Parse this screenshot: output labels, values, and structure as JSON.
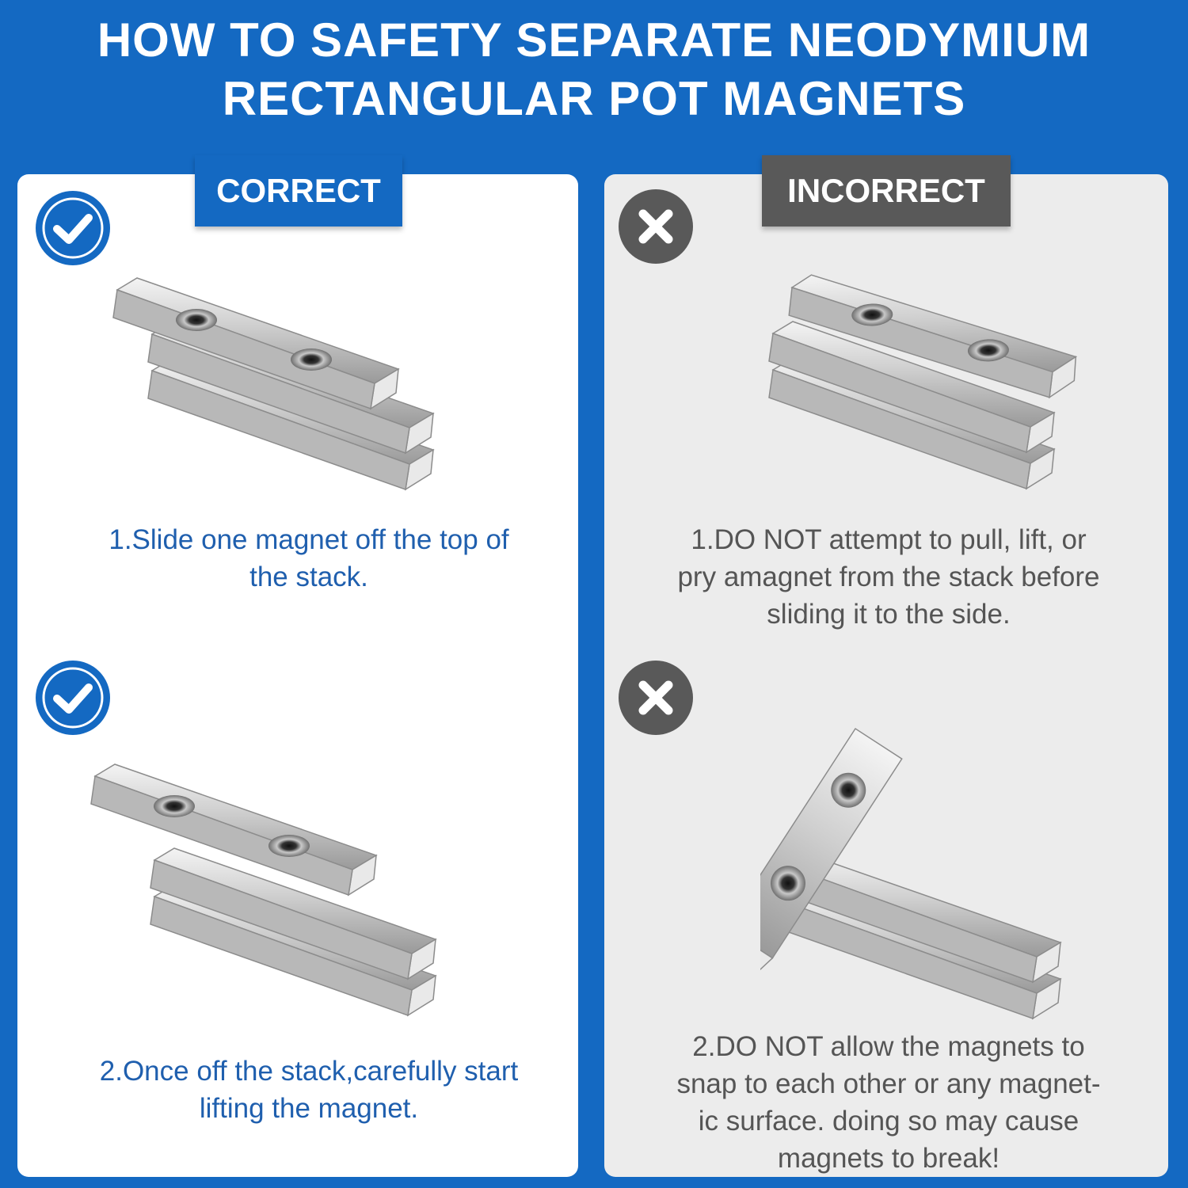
{
  "title": {
    "line1": "HOW TO SAFETY SEPARATE NEODYMIUM",
    "line2": "RECTANGULAR POT MAGNETS"
  },
  "correct": {
    "tag": "CORRECT",
    "steps": [
      {
        "icon": "check-icon",
        "line1": "1.Slide one magnet off the top of",
        "line2": "the stack."
      },
      {
        "icon": "check-icon",
        "line1": "2.Once off the stack,carefully start",
        "line2": "lifting the magnet."
      }
    ]
  },
  "incorrect": {
    "tag": "INCORRECT",
    "steps": [
      {
        "icon": "x-icon",
        "line1": "1.DO NOT attempt to pull, lift, or",
        "line2": "pry amagnet from the stack before",
        "line3": "sliding it to the side."
      },
      {
        "icon": "x-icon",
        "line1": "2.DO NOT allow the magnets to",
        "line2": "snap to each other or any magnet-",
        "line3": "ic surface. doing so may cause",
        "line4": "magnets to break!"
      }
    ]
  },
  "colors": {
    "background": "#1469c2",
    "correct_accent": "#1469c2",
    "incorrect_accent": "#595959",
    "left_panel": "#ffffff",
    "right_panel": "#ececec"
  }
}
